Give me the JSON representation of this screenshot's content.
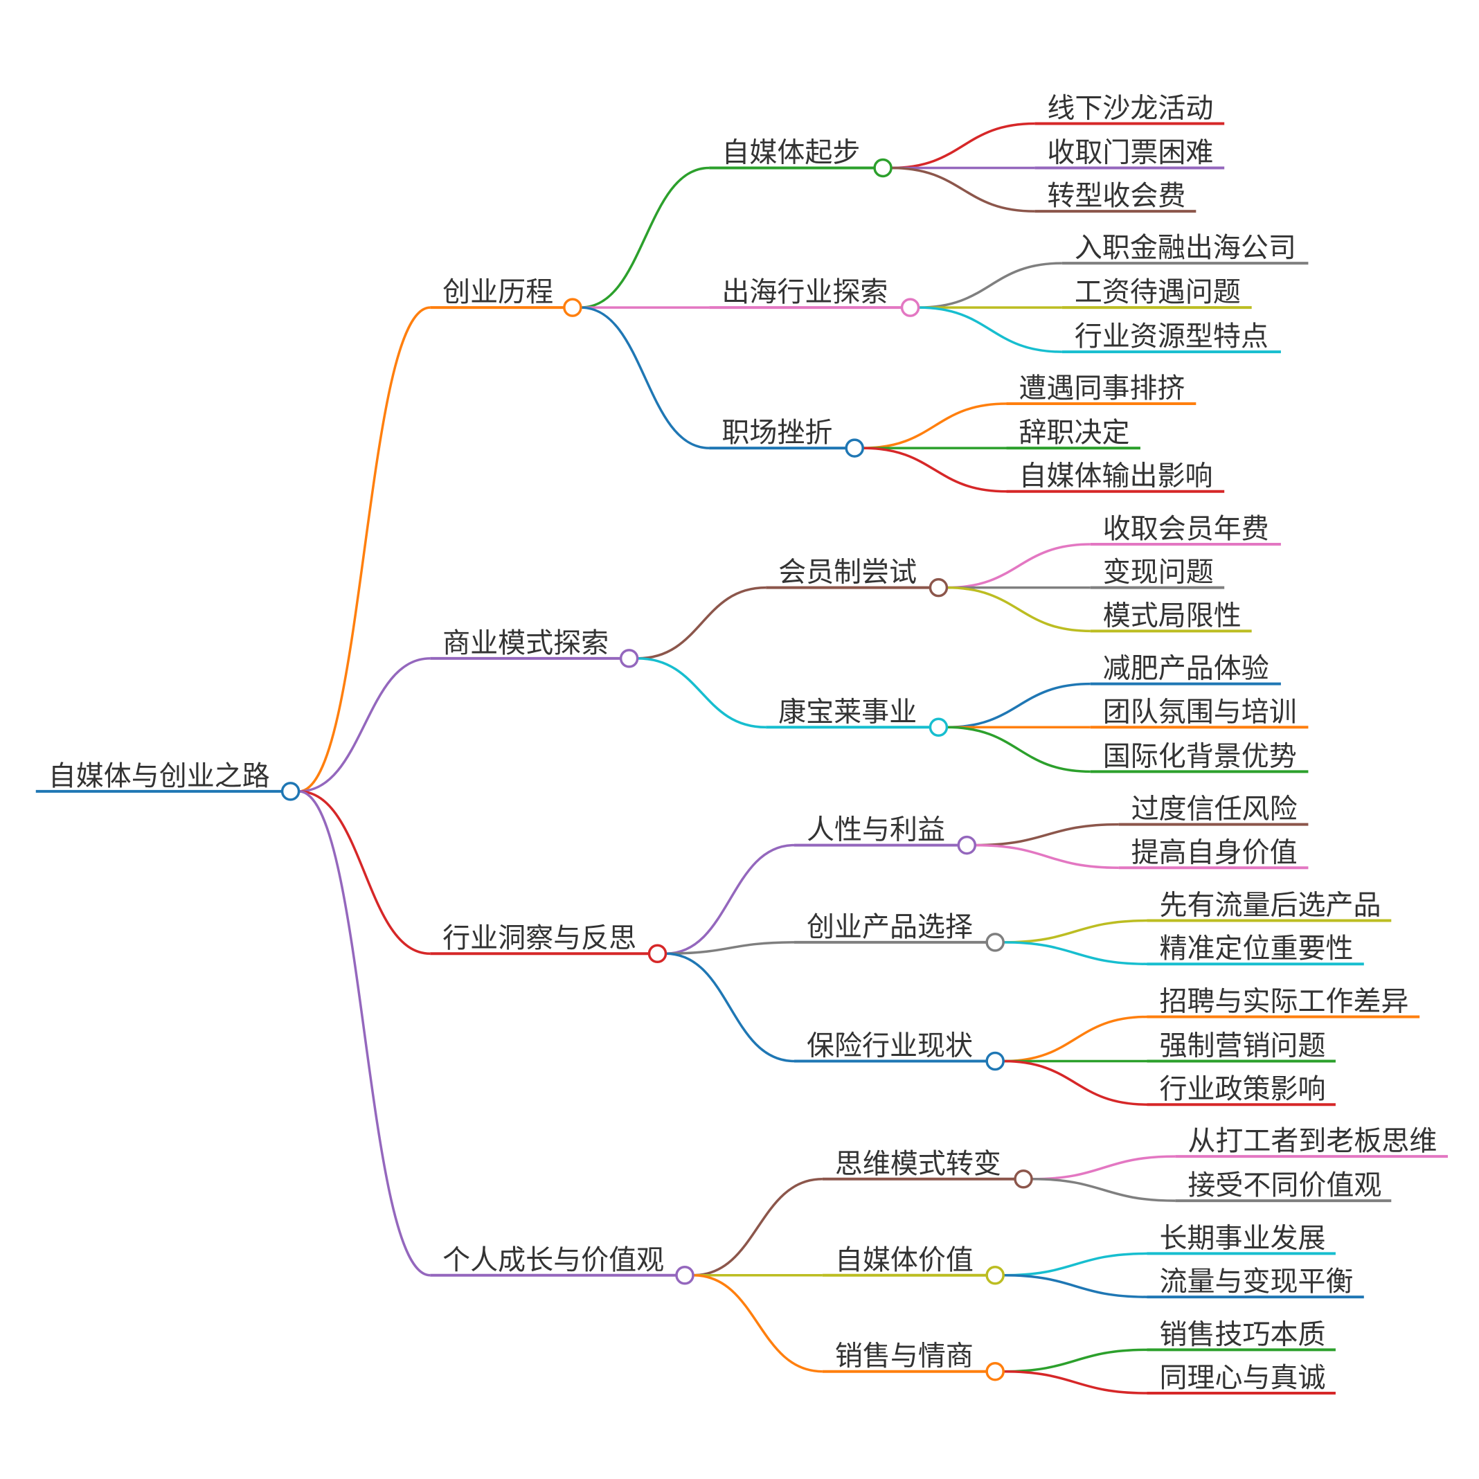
{
  "root": {
    "label": "自媒体与创业之路",
    "color": "#1f77b4",
    "children": [
      {
        "label": "创业历程",
        "color": "#ff7f0e",
        "children": [
          {
            "label": "自媒体起步",
            "color": "#2ca02c",
            "children": [
              {
                "label": "线下沙龙活动",
                "color": "#d62728"
              },
              {
                "label": "收取门票困难",
                "color": "#9467bd"
              },
              {
                "label": "转型收会费",
                "color": "#8c564b"
              }
            ]
          },
          {
            "label": "出海行业探索",
            "color": "#e377c2",
            "children": [
              {
                "label": "入职金融出海公司",
                "color": "#7f7f7f"
              },
              {
                "label": "工资待遇问题",
                "color": "#bcbd22"
              },
              {
                "label": "行业资源型特点",
                "color": "#17becf"
              }
            ]
          },
          {
            "label": "职场挫折",
            "color": "#1f77b4",
            "children": [
              {
                "label": "遭遇同事排挤",
                "color": "#ff7f0e"
              },
              {
                "label": "辞职决定",
                "color": "#2ca02c"
              },
              {
                "label": "自媒体输出影响",
                "color": "#d62728"
              }
            ]
          }
        ]
      },
      {
        "label": "商业模式探索",
        "color": "#9467bd",
        "children": [
          {
            "label": "会员制尝试",
            "color": "#8c564b",
            "children": [
              {
                "label": "收取会员年费",
                "color": "#e377c2"
              },
              {
                "label": "变现问题",
                "color": "#7f7f7f"
              },
              {
                "label": "模式局限性",
                "color": "#bcbd22"
              }
            ]
          },
          {
            "label": "康宝莱事业",
            "color": "#17becf",
            "children": [
              {
                "label": "减肥产品体验",
                "color": "#1f77b4"
              },
              {
                "label": "团队氛围与培训",
                "color": "#ff7f0e"
              },
              {
                "label": "国际化背景优势",
                "color": "#2ca02c"
              }
            ]
          }
        ]
      },
      {
        "label": "行业洞察与反思",
        "color": "#d62728",
        "children": [
          {
            "label": "人性与利益",
            "color": "#9467bd",
            "children": [
              {
                "label": "过度信任风险",
                "color": "#8c564b"
              },
              {
                "label": "提高自身价值",
                "color": "#e377c2"
              }
            ]
          },
          {
            "label": "创业产品选择",
            "color": "#7f7f7f",
            "children": [
              {
                "label": "先有流量后选产品",
                "color": "#bcbd22"
              },
              {
                "label": "精准定位重要性",
                "color": "#17becf"
              }
            ]
          },
          {
            "label": "保险行业现状",
            "color": "#1f77b4",
            "children": [
              {
                "label": "招聘与实际工作差异",
                "color": "#ff7f0e"
              },
              {
                "label": "强制营销问题",
                "color": "#2ca02c"
              },
              {
                "label": "行业政策影响",
                "color": "#d62728"
              }
            ]
          }
        ]
      },
      {
        "label": "个人成长与价值观",
        "color": "#9467bd",
        "children": [
          {
            "label": "思维模式转变",
            "color": "#8c564b",
            "children": [
              {
                "label": "从打工者到老板思维",
                "color": "#e377c2"
              },
              {
                "label": "接受不同价值观",
                "color": "#7f7f7f"
              }
            ]
          },
          {
            "label": "自媒体价值",
            "color": "#bcbd22",
            "children": [
              {
                "label": "长期事业发展",
                "color": "#17becf"
              },
              {
                "label": "流量与变现平衡",
                "color": "#1f77b4"
              }
            ]
          },
          {
            "label": "销售与情商",
            "color": "#ff7f0e",
            "children": [
              {
                "label": "销售技巧本质",
                "color": "#2ca02c"
              },
              {
                "label": "同理心与真诚",
                "color": "#d62728"
              }
            ]
          }
        ]
      }
    ]
  }
}
